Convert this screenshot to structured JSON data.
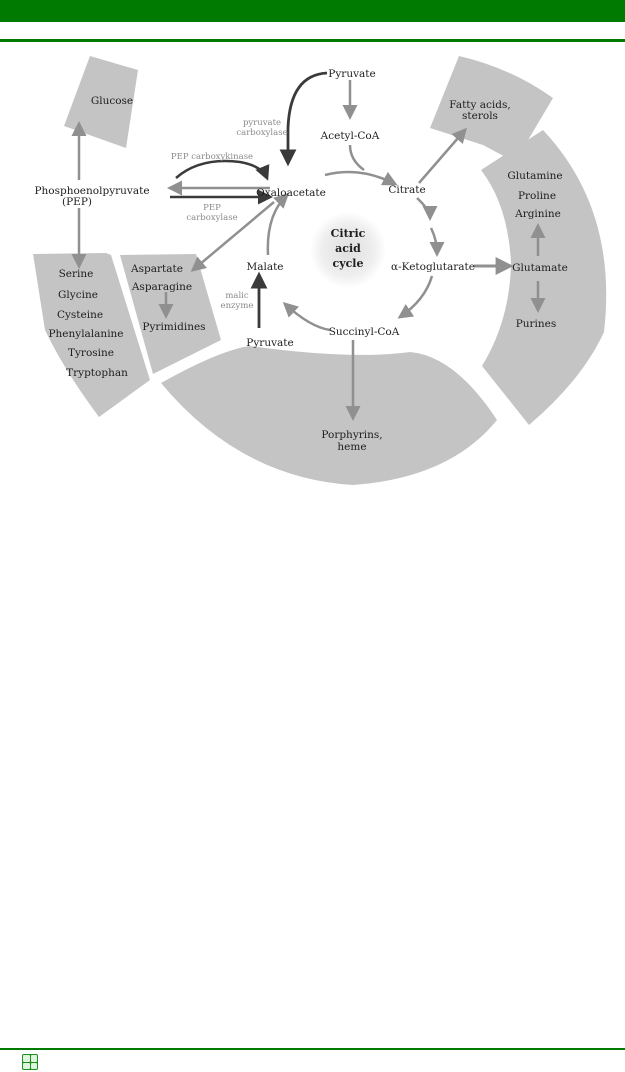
{
  "diagram": {
    "center": {
      "line1": "Citric",
      "line2": "acid",
      "line3": "cycle"
    },
    "intermediates": {
      "pyruvate_top": "Pyruvate",
      "acetyl_coa": "Acetyl-CoA",
      "citrate": "Citrate",
      "oxaloacetate": "Oxaloacetate",
      "ketoglutarate": "α-Ketoglutarate",
      "succinyl_coa": "Succinyl-CoA",
      "malate": "Malate",
      "pyruvate_bottom": "Pyruvate",
      "pep_line1": "Phosphoenolpyruvate",
      "pep_line2": "(PEP)"
    },
    "enzymes": {
      "pyruvate_carboxylase_1": "pyruvate",
      "pyruvate_carboxylase_2": "carboxylase",
      "pep_carboxykinase": "PEP carboxykinase",
      "pep_carboxylase_1": "PEP",
      "pep_carboxylase_2": "carboxylase",
      "malic_enzyme_1": "malic",
      "malic_enzyme_2": "enzyme"
    },
    "products": {
      "glucose": "Glucose",
      "fatty_acids_1": "Fatty acids,",
      "fatty_acids_2": "sterols",
      "glutamine": "Glutamine",
      "proline": "Proline",
      "arginine": "Arginine",
      "glutamate": "Glutamate",
      "purines": "Purines",
      "serine": "Serine",
      "glycine": "Glycine",
      "cysteine": "Cysteine",
      "phenylalanine": "Phenylalanine",
      "tyrosine": "Tyrosine",
      "tryptophan": "Tryptophan",
      "aspartate": "Aspartate",
      "asparagine": "Asparagine",
      "pyrimidines": "Pyrimidines",
      "porphyrins_1": "Porphyrins,",
      "porphyrins_2": "heme"
    }
  },
  "colors": {
    "header_green": "#007a00",
    "band_gray": "#c4c4c4",
    "arrow_gray": "#909090",
    "arrow_dark": "#3a3a3a"
  },
  "footer": {
    "icon": "logo-icon"
  }
}
